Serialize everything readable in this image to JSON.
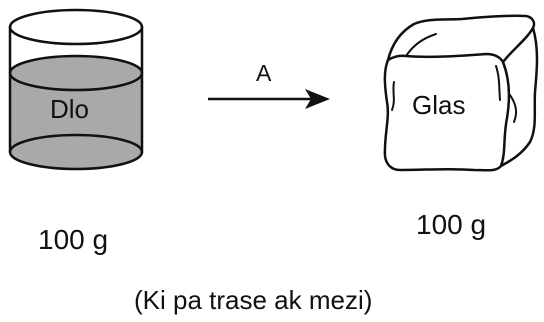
{
  "diagram": {
    "water_label": "Dlo",
    "ice_label": "Glas",
    "arrow_label": "A",
    "water_mass": "100 g",
    "ice_mass": "100 g",
    "caption": "(Ki pa trase ak mezi)"
  },
  "colors": {
    "water_fill": "#a9a9a9",
    "stroke": "#111111",
    "background": "#ffffff"
  },
  "icons": {
    "beaker": "beaker-of-water-icon",
    "ice_cube": "ice-cube-icon",
    "arrow": "right-arrow-icon"
  }
}
